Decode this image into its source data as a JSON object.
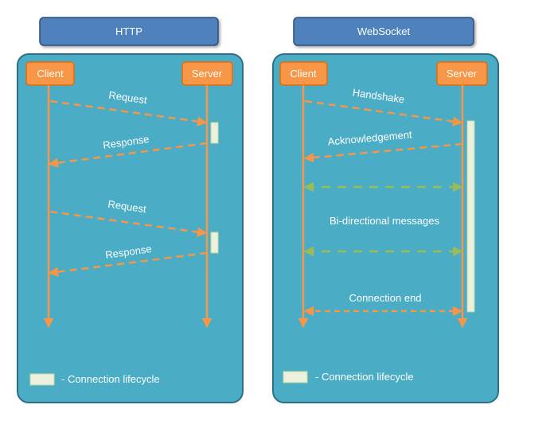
{
  "http": {
    "title": "HTTP",
    "client": "Client",
    "server": "Server",
    "messages": {
      "request_1": "Request",
      "response_1": "Response",
      "request_2": "Request",
      "response_2": "Response"
    },
    "legend": "- Connection lifecycle"
  },
  "websocket": {
    "title": "WebSocket",
    "client": "Client",
    "server": "Server",
    "messages": {
      "handshake": "Handshake",
      "acknowledgement": "Acknowledgement",
      "bidirectional": "Bi-directional messages",
      "connection_end": "Connection end"
    },
    "legend": "- Connection lifecycle"
  },
  "colors": {
    "panel_fill": "#4aacc5",
    "panel_stroke": "#2d6f86",
    "title_fill": "#4f81bd",
    "title_stroke": "#2f4f7a",
    "actor_fill": "#f79646",
    "actor_stroke": "#e46c0a",
    "lifeline": "#f79646",
    "arrow_orange": "#f79646",
    "arrow_green": "#9bbb59",
    "lifecycle_fill": "#ebf1de"
  }
}
